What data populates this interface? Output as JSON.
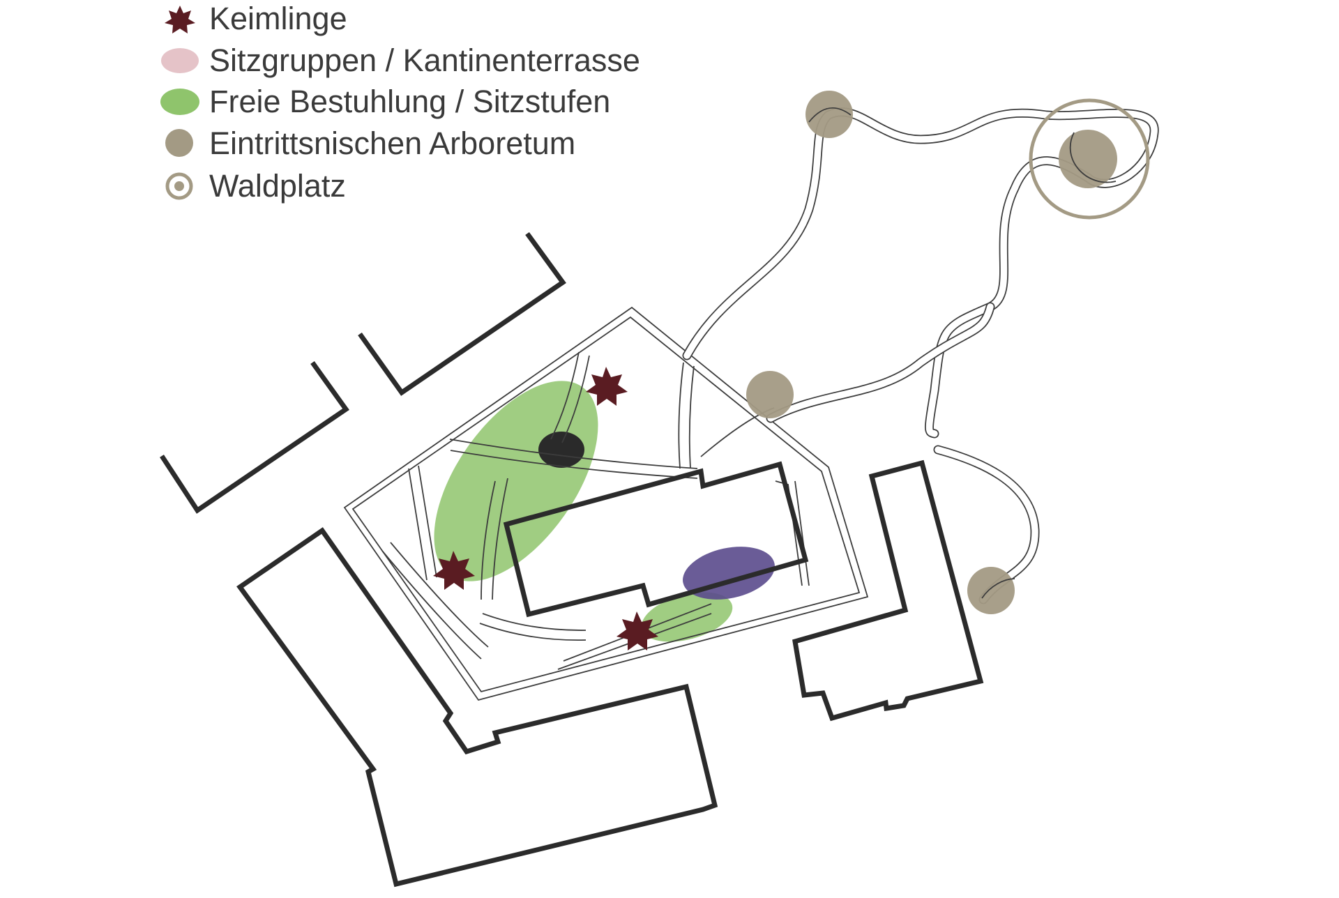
{
  "legend": [
    {
      "label": "Keimlinge",
      "symbol": "star-icon"
    },
    {
      "label": "Sitzgruppen / Kantinenterrasse",
      "symbol": "pink-ellipse-icon"
    },
    {
      "label": "Freie Bestuhlung / Sitzstufen",
      "symbol": "green-ellipse-icon"
    },
    {
      "label": "Eintrittsnischen Arboretum",
      "symbol": "taupe-circle-icon"
    },
    {
      "label": "Waldplatz",
      "symbol": "ring-dot-icon"
    }
  ],
  "colors": {
    "keimlinge": "#5a1c22",
    "sitzgruppen": "#e5c3c8",
    "freie_bestuhlung": "#8fc46c",
    "eintrittsnischen": "#a39a84",
    "waldplatz": "#a39a84",
    "purple_zone": "#5a4a8c",
    "dark_zone": "#2a2a2a",
    "buildings": "#2b2b2b"
  }
}
